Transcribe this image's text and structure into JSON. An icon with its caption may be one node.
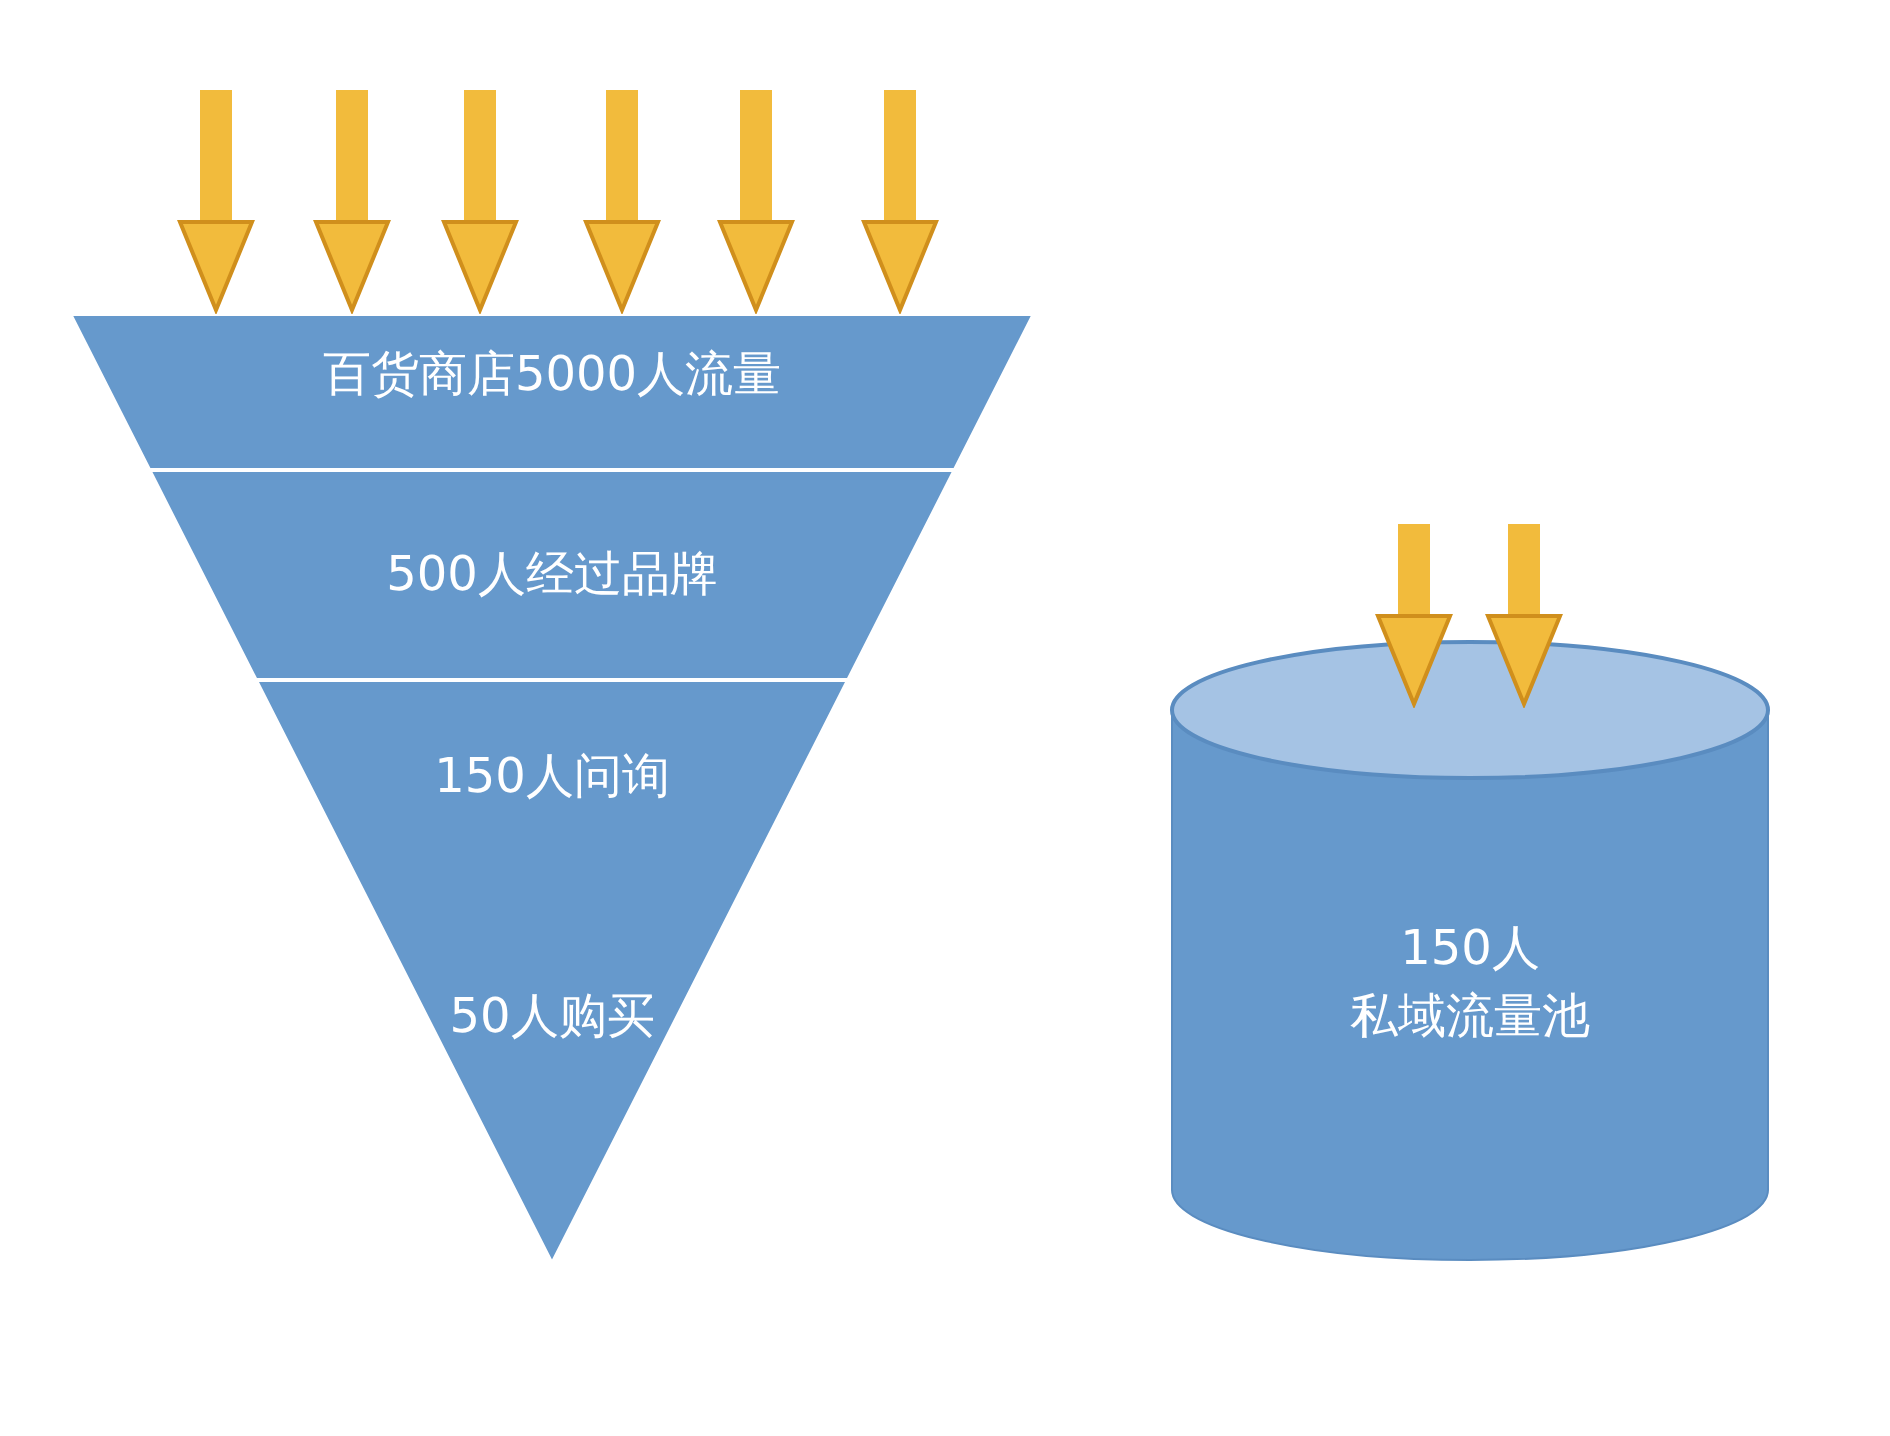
{
  "diagram": {
    "nodes": [
      {
        "text": [
          "百货商店5000人流量"
        ]
      },
      {
        "text": [
          "500人经过品牌"
        ]
      },
      {
        "text": [
          "150人问询",
          "50人购买"
        ]
      },
      {
        "text": [
          "150人",
          "私域流量池"
        ]
      }
    ],
    "edges": [
      {
        "from": null,
        "to": 0,
        "arrow": "to"
      },
      {
        "from": null,
        "to": 0,
        "arrow": "to"
      },
      {
        "from": null,
        "to": 0,
        "arrow": "to"
      },
      {
        "from": null,
        "to": 0,
        "arrow": "to"
      },
      {
        "from": null,
        "to": 0,
        "arrow": "to"
      },
      {
        "from": null,
        "to": 0,
        "arrow": "to"
      },
      {
        "from": null,
        "to": 3,
        "arrow": "to"
      },
      {
        "from": null,
        "to": 3,
        "arrow": "to"
      }
    ]
  }
}
